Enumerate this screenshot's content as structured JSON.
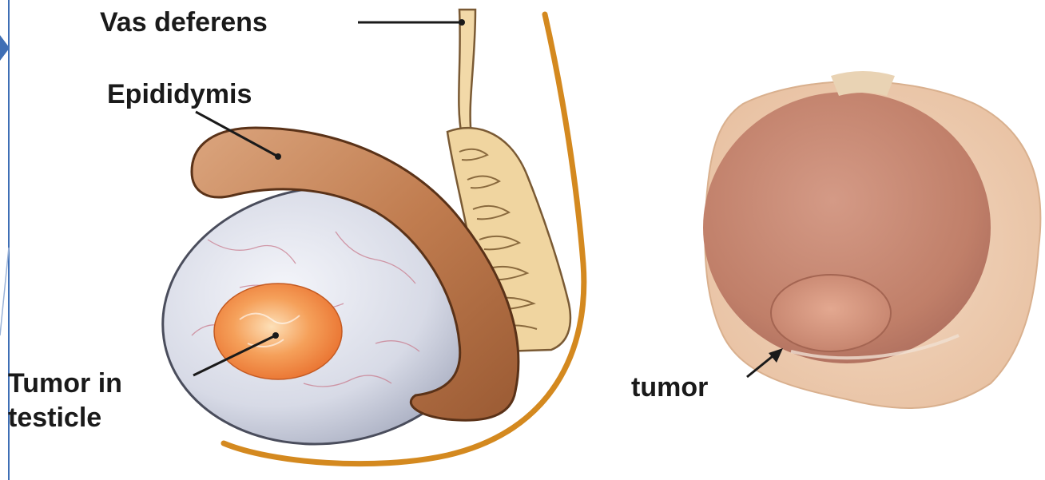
{
  "labels": {
    "vas_deferens": "Vas deferens",
    "epididymis": "Epididymis",
    "tumor_in_line1": "Tumor in",
    "tumor_in_line2": "testicle",
    "tumor_photo": "tumor"
  },
  "colors": {
    "frame_line": "#3f6fb5",
    "scrotum_outline": "#d4891f",
    "testis": "#d8dbe4",
    "epididymis": "#c8875a",
    "vas_deferens": "#f2d9a8",
    "tumor": "#f2823c",
    "specimen": "#c98873",
    "specimen_tumor": "#d8937c",
    "label_text": "#1a1a1a"
  }
}
